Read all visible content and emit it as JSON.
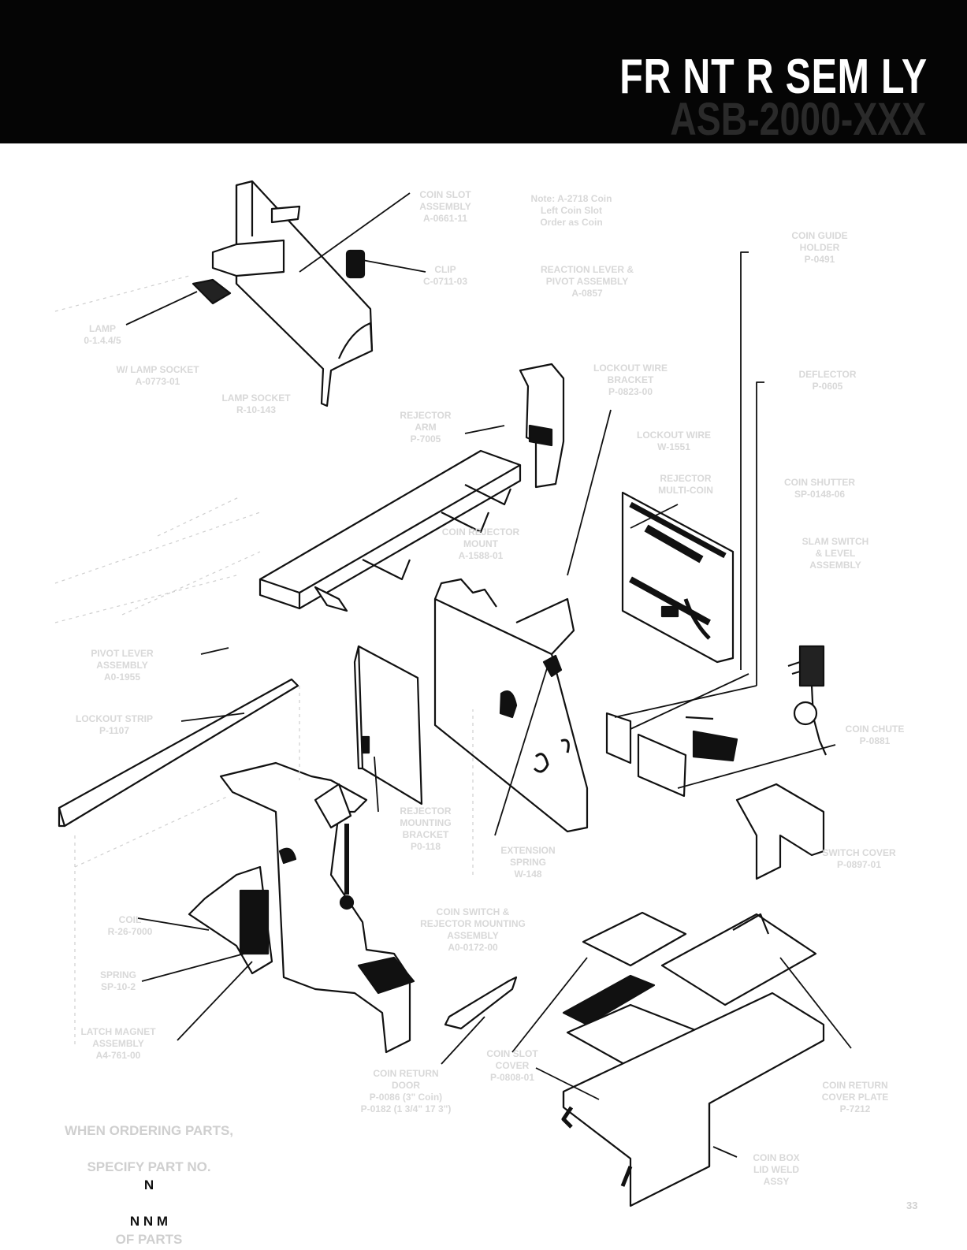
{
  "header": {
    "title": "FR NT R SEM LY",
    "subtitle": "ASB-2000-XXX"
  },
  "labels": {
    "coin_slot_assembly": "COIN SLOT\nASSEMBLY\nA-0661-11",
    "note_coin": "Note: A-2718 Coin\nLeft Coin Slot\nOrder as Coin",
    "clip": "CLIP\nC-0711-03",
    "reaction_lever": "REACTION LEVER &\nPIVOT ASSEMBLY\nA-0857",
    "coin_guide": "COIN GUIDE\nHOLDER\nP-0491",
    "lamp": "LAMP\n0-1.4.4/5",
    "lamp_socket_bracket": "W/ LAMP SOCKET\nA-0773-01",
    "lamp_socket": "LAMP SOCKET\nR-10-143",
    "lockout_wire_bracket": "LOCKOUT WIRE\nBRACKET\nP-0823-00",
    "deflector": "DEFLECTOR\nP-0605",
    "rejector_arm": "REJECTOR\nARM\nP-7005",
    "lockout_wire": "LOCKOUT WIRE\nW-1551",
    "rejector": "REJECTOR\nMULTI-COIN",
    "coin_shutter": "COIN SHUTTER\nSP-0148-06",
    "coin_rejector_mount": "COIN REJECTOR\nMOUNT\nA-1588-01",
    "slam_switch": "SLAM SWITCH\n& LEVEL\nASSEMBLY",
    "pivot_lever": "PIVOT LEVER\nASSEMBLY\nA0-1955",
    "lockout_strip": "LOCKOUT STRIP\nP-1107",
    "coin_chute": "COIN CHUTE\nP-0881",
    "rejector_mounting_bracket": "REJECTOR\nMOUNTING\nBRACKET\nP0-118",
    "extension_spring": "EXTENSION\nSPRING\nW-148",
    "switch_cover": "SWITCH COVER\nP-0897-01",
    "coil": "COIL\nR-26-7000",
    "coin_switch_mounting": "COIN SWITCH &\nREJECTOR MOUNTING\nASSEMBLY\nA0-0172-00",
    "spring": "SPRING\nSP-10-2",
    "latch_magnet": "LATCH MAGNET\nASSEMBLY\nA4-761-00",
    "coin_return_door": "COIN RETURN\nDOOR\nP-0086 (3\" Coin)\nP-0182 (1 3/4\" 17 3\")",
    "coin_slot_cover": "COIN SLOT\nCOVER\nP-0808-01",
    "coin_return_cover_plate": "COIN RETURN\nCOVER PLATE\nP-7212",
    "coin_box_lid": "COIN BOX\nLID WELD\nASSY",
    "page_number": "33"
  },
  "note": {
    "line1": "WHEN ORDERING PARTS,",
    "line2a": "SPECIFY PART NO.",
    "line2_dark": "N",
    "line3_dark": "N N M",
    "line3b": "OF PARTS"
  },
  "colors": {
    "header_bg": "#050505",
    "ink": "#111111",
    "faint_label": "#d8d8d8"
  }
}
